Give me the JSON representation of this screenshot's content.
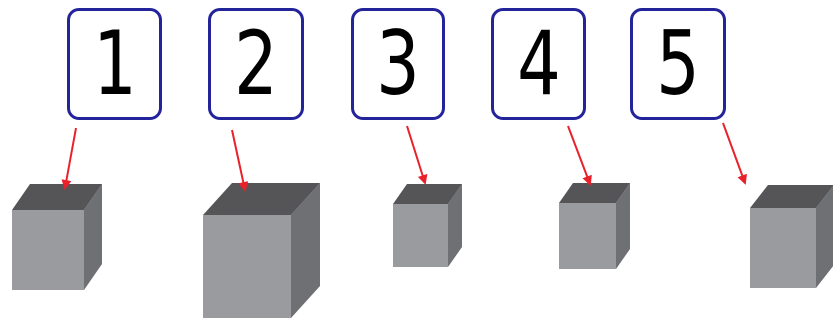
{
  "labels": [
    "1",
    "2",
    "3",
    "4",
    "5"
  ],
  "colors": {
    "label_border": "#23239a",
    "arrow": "#e8212b",
    "cube_top": "#555558",
    "cube_front": "#9a9b9e",
    "cube_side": "#6f7073"
  }
}
